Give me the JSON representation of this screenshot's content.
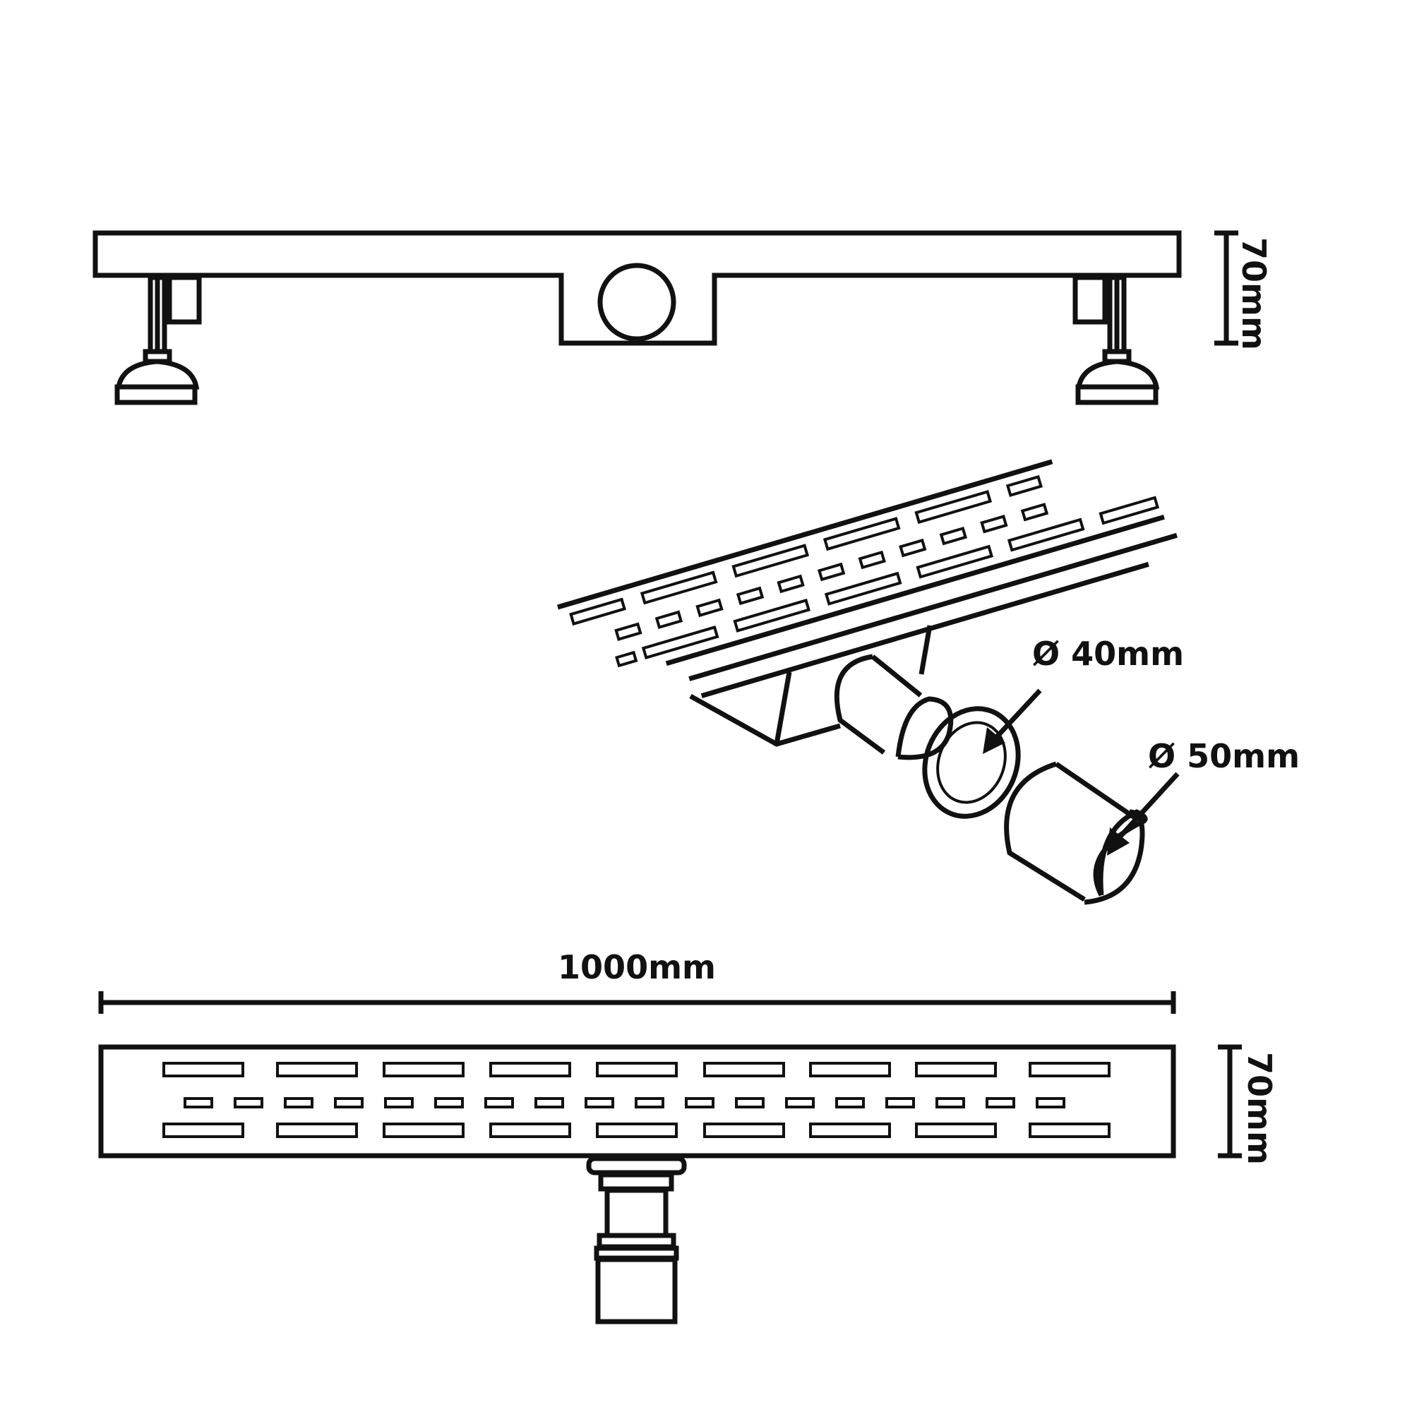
{
  "labels": {
    "side_height": "70mm",
    "length": "1000mm",
    "top_height": "70mm",
    "inner_diameter": "Ø 40mm",
    "outer_diameter": "Ø 50mm"
  },
  "colors": {
    "line": "#111111",
    "background": "#ffffff"
  }
}
